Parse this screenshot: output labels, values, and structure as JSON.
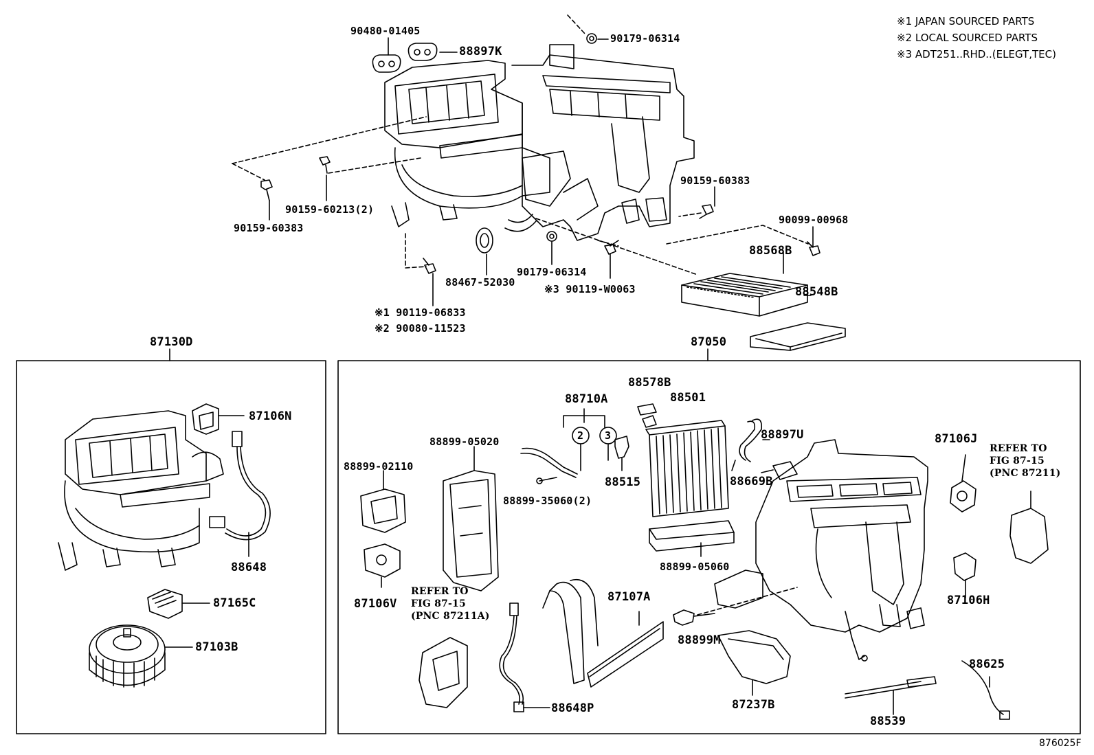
{
  "notes": [
    "※1 JAPAN SOURCED PARTS",
    "※2 LOCAL SOURCED PARTS",
    "※3 ADT251..RHD..(ELEGT,TEC)"
  ],
  "drawing_number": "876025F",
  "group_labels": {
    "left_box": "87130D",
    "right_box": "87050"
  },
  "labels": {
    "p90480": "90480-01405",
    "p88897K": "88897K",
    "p90179a": "90179-06314",
    "p90159a": "90159-60213(2)",
    "p90159b": "90159-60383",
    "p90159c": "90159-60383",
    "p90099": "90099-00968",
    "p88568B": "88568B",
    "p88548B": "88548B",
    "p88467": "88467-52030",
    "p90179b": "90179-06314",
    "p90119w": "※3 90119-W0063",
    "p90119": "※1 90119-06833",
    "p90080": "※2 90080-11523",
    "p87106N": "87106N",
    "p88648": "88648",
    "p87165C": "87165C",
    "p87103B": "87103B",
    "p88710A": "88710A",
    "p88578B": "88578B",
    "p88501": "88501",
    "p88899_05020": "88899-05020",
    "p88899_02110": "88899-02110",
    "p88515": "88515",
    "p88897U": "88897U",
    "p88669B": "88669B",
    "p88899_35060": "88899-35060(2)",
    "p87106J": "87106J",
    "p88899_05060": "88899-05060",
    "p87106V": "87106V",
    "p87107A": "87107A",
    "p88899M": "88899M",
    "p87106H": "87106H",
    "p88648P": "88648P",
    "p87237B": "87237B",
    "p88539": "88539",
    "p88625": "88625",
    "circle2": "2",
    "circle3": "3"
  },
  "refer_notes": {
    "right": "REFER TO\nFIG 87-15\n(PNC 87211)",
    "center": "REFER TO\nFIG 87-15\n(PNC 87211A)"
  }
}
